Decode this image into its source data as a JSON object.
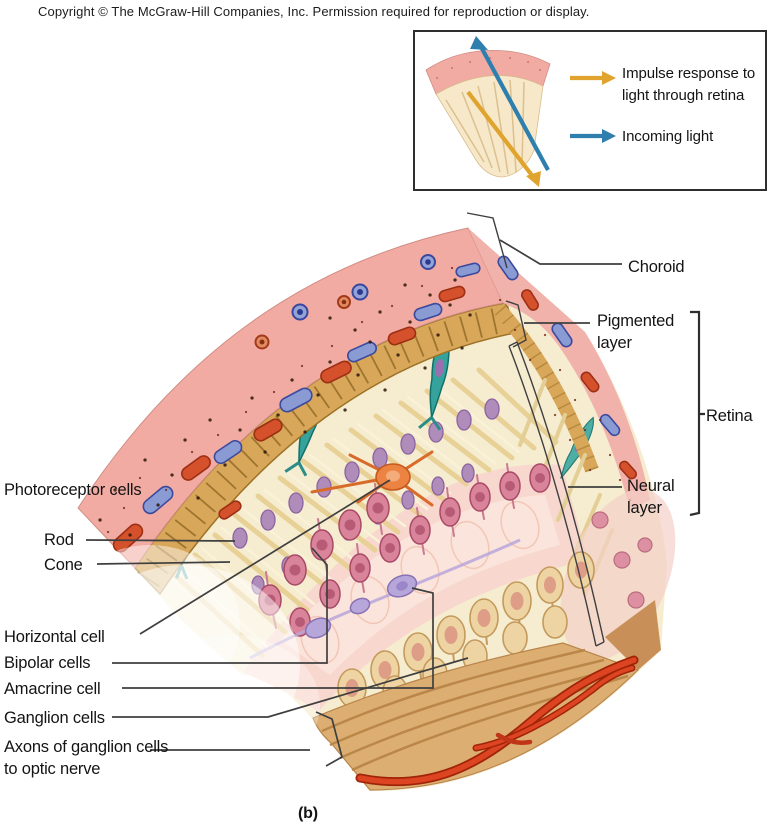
{
  "copyright": "Copyright © The McGraw-Hill Companies, Inc. Permission required for reproduction or display.",
  "legend": {
    "impulse_label": "Impulse response to light through retina",
    "incoming_label": "Incoming light",
    "impulse_color": "#DFA32E",
    "incoming_color": "#2E7FAE"
  },
  "labels": {
    "choroid": "Choroid",
    "pigmented_layer": "Pigmented layer",
    "retina": "Retina",
    "neural_layer": "Neural layer",
    "photoreceptor_cells": "Photoreceptor cells",
    "rod": "Rod",
    "cone": "Cone",
    "horizontal_cell": "Horizontal cell",
    "bipolar_cells": "Bipolar cells",
    "amacrine_cell": "Amacrine cell",
    "ganglion_cells": "Ganglion cells",
    "axons": "Axons of ganglion cells to optic nerve"
  },
  "caption": "(b)",
  "figure_colors": {
    "choroid_pink": "#F2ABA3",
    "pigmented_tan": "#D9A75A",
    "photoreceptor_cream": "#F6ECD0",
    "cone_teal": "#35A39C",
    "bipolar_rose": "#D9849B",
    "amacrine_lavender": "#B7A6DA",
    "ganglion_tan": "#EED4A2",
    "vessel_red": "#D33218"
  }
}
